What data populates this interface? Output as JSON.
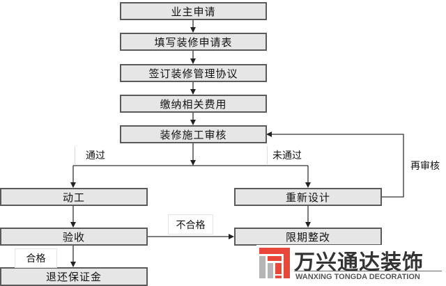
{
  "diagram": {
    "type": "flowchart",
    "nodes": {
      "owner_apply": "业主申请",
      "fill_form": "填写装修申请表",
      "sign_agreement": "签订装修管理协议",
      "pay_fees": "缴纳相关费用",
      "review": "装修施工审核",
      "start_work": "动工",
      "redesign": "重新设计",
      "inspect": "验收",
      "rectify": "限期整改",
      "refund_deposit": "退还保证金"
    },
    "edge_labels": {
      "pass": "通过",
      "not_pass": "未通过",
      "re_review": "再审核",
      "unqualified": "不合格",
      "qualified": "合格"
    },
    "edges": [
      {
        "from": "owner_apply",
        "to": "fill_form"
      },
      {
        "from": "fill_form",
        "to": "sign_agreement"
      },
      {
        "from": "sign_agreement",
        "to": "pay_fees"
      },
      {
        "from": "pay_fees",
        "to": "review"
      },
      {
        "from": "review",
        "to": "start_work",
        "label": "通过"
      },
      {
        "from": "review",
        "to": "redesign",
        "label": "未通过"
      },
      {
        "from": "redesign",
        "to": "review",
        "label": "再审核"
      },
      {
        "from": "start_work",
        "to": "inspect"
      },
      {
        "from": "inspect",
        "to": "rectify",
        "label": "不合格"
      },
      {
        "from": "redesign",
        "to": "rectify"
      },
      {
        "from": "inspect",
        "to": "refund_deposit",
        "label": "合格"
      }
    ]
  },
  "logo": {
    "name_cn": "万兴通达装饰",
    "name_en": "WANXING TONGDA DECORATION",
    "primary_color": "#e8473a",
    "secondary_color": "#b5b5b5"
  },
  "colors": {
    "box_fill": "#e6e6e6",
    "box_border": "#5a5a5a",
    "line": "#333333"
  }
}
